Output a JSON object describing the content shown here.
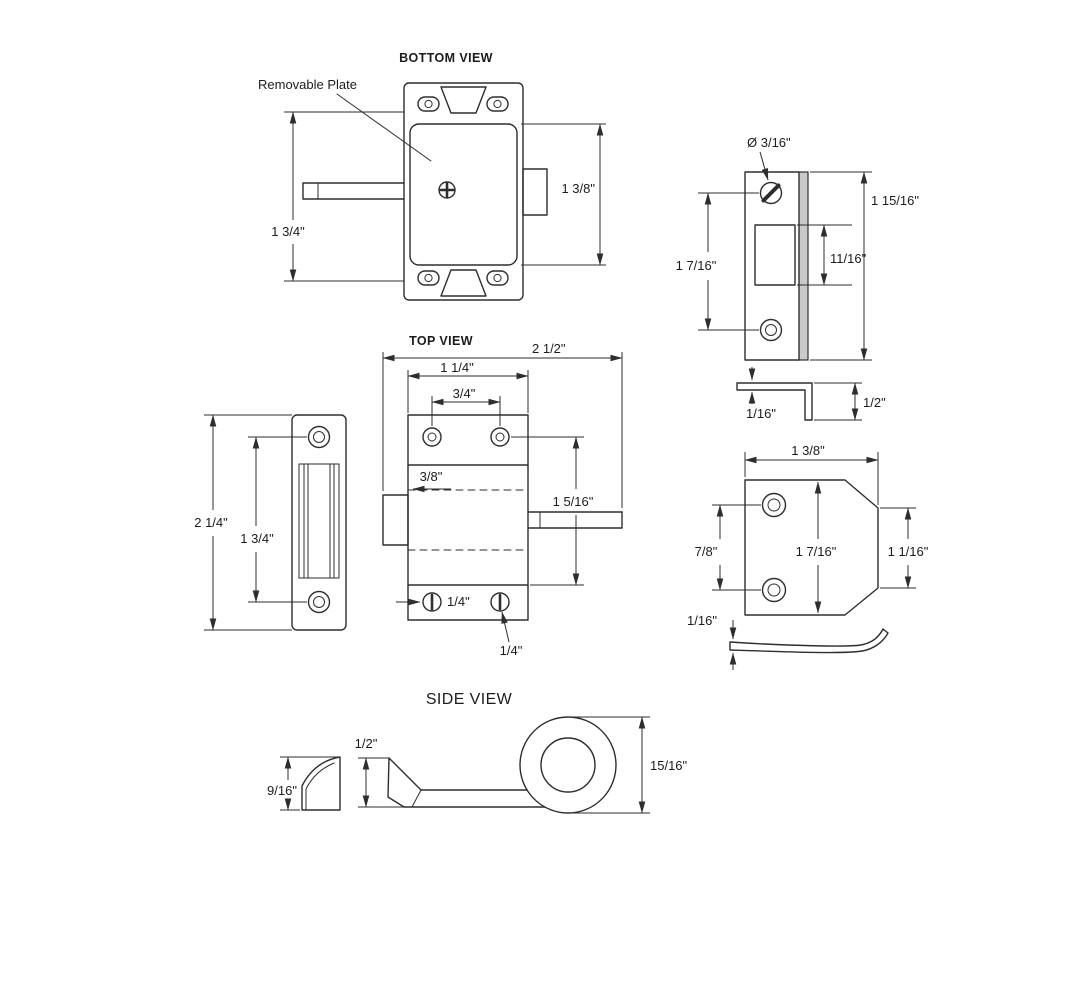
{
  "views": {
    "bottom_view": {
      "title": "BOTTOM VIEW",
      "callout_removable_plate": "Removable Plate",
      "dim_plate_height": "1 3/8\"",
      "dim_mount_span": "1 3/4\""
    },
    "strike_plate": {
      "dim_hole_diameter": "Ø 3/16\"",
      "dim_overall_height": "1 15/16\"",
      "dim_hole_spacing": "1 7/16\"",
      "dim_opening_height": "11/16\"",
      "dim_thickness": "1/16\"",
      "dim_lip_height": "1/2\""
    },
    "keeper_plate": {
      "dim_overall_height": "2 1/4\"",
      "dim_hole_spacing": "1 3/4\""
    },
    "top_view": {
      "title": "TOP VIEW",
      "dim_overall_length": "2 1/2\"",
      "dim_body_width": "1 1/4\"",
      "dim_hole_spacing": "3/4\"",
      "dim_lip": "3/8\"",
      "dim_body_depth": "1 5/16\"",
      "dim_hole_diameter_left": "1/4\"",
      "dim_hole_diameter_bottom": "1/4\""
    },
    "catch_block": {
      "dim_width": "1 3/8\"",
      "dim_hole_spacing": "7/8\"",
      "dim_height": "1 7/16\"",
      "dim_edge_height": "1 1/16\"",
      "dim_plate_thickness": "1/16\""
    },
    "side_view": {
      "title": "SIDE VIEW",
      "dim_nose_height": "1/2\"",
      "dim_wedge_height": "9/16\"",
      "dim_ring_diameter": "15/16\""
    }
  }
}
